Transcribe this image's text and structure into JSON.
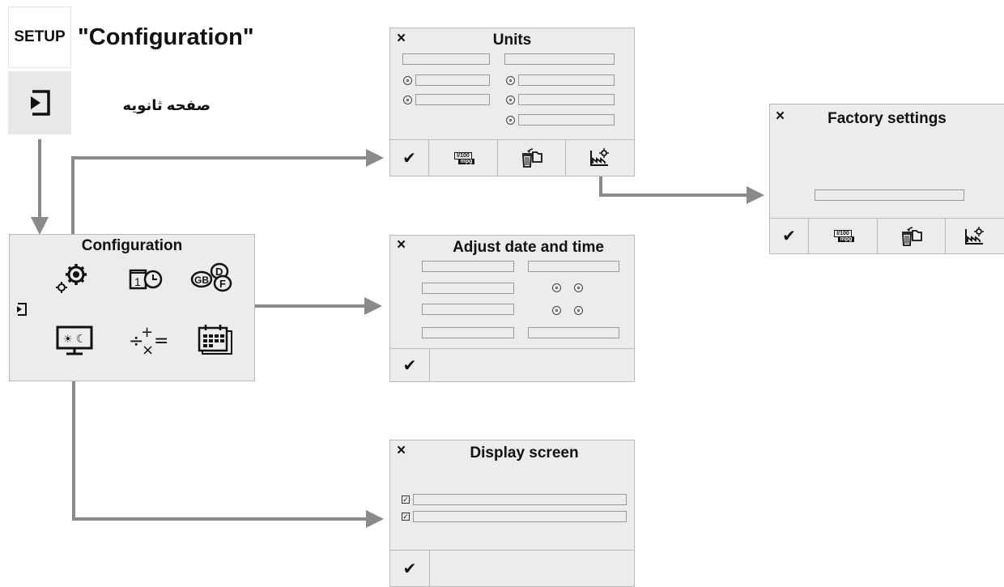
{
  "header": {
    "setup_label": "SETUP",
    "title": "\"Configuration\"",
    "subtitle": "صفحه ثانویه"
  },
  "config_panel": {
    "title": "Configuration",
    "icons": [
      "gears-icon",
      "date-time-icon",
      "languages-icon",
      "display-day-night-icon",
      "units-math-icon",
      "calendar-icon"
    ],
    "language_labels": [
      "GB",
      "D",
      "F"
    ],
    "date_icon_digit": "1"
  },
  "units_panel": {
    "title": "Units",
    "close": "×",
    "confirm": "✔",
    "mpg_top": "l/100",
    "mpg_bottom": "mpg"
  },
  "datetime_panel": {
    "title": "Adjust date and time",
    "close": "×",
    "confirm": "✔"
  },
  "factory_panel": {
    "title": "Factory settings",
    "close": "×",
    "confirm": "✔",
    "mpg_top": "l/100",
    "mpg_bottom": "mpg"
  },
  "display_panel": {
    "title": "Display screen",
    "close": "×",
    "confirm": "✔"
  }
}
